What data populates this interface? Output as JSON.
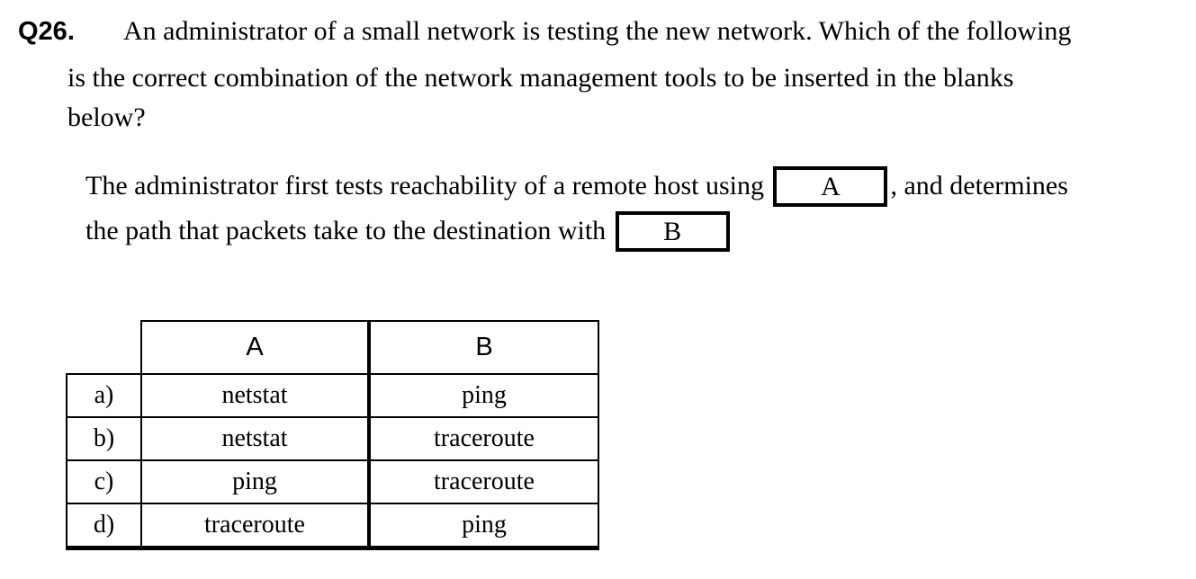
{
  "page": {
    "background": "#ffffff",
    "text_color": "#000000",
    "border_color": "#000000"
  },
  "question": {
    "number": "Q26.",
    "lines": [
      "An administrator of a small network is testing the new network. Which of the following",
      "is the correct combination of the network management tools to be inserted in the blanks",
      "below?"
    ]
  },
  "statement": {
    "line1_before": "The administrator first tests reachability of a remote host using",
    "blank_a_label": "A",
    "line1_after": ", and determines",
    "line2_before": "the path that packets take to the destination with",
    "blank_b_label": "B"
  },
  "options_table": {
    "headers": {
      "a": "A",
      "b": "B"
    },
    "rows": [
      {
        "option": "a)",
        "a": "netstat",
        "b": "ping"
      },
      {
        "option": "b)",
        "a": "netstat",
        "b": "traceroute"
      },
      {
        "option": "c)",
        "a": "ping",
        "b": "traceroute"
      },
      {
        "option": "d)",
        "a": "traceroute",
        "b": "ping"
      }
    ]
  }
}
